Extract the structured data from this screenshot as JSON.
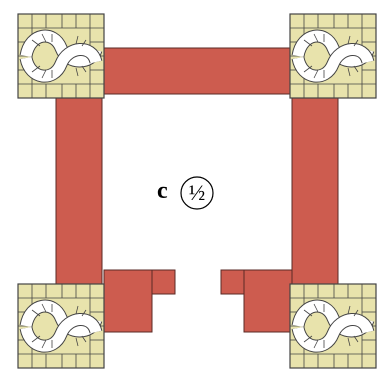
{
  "diagram": {
    "piece_label": "c",
    "scale_label": "½",
    "colors": {
      "wall": "#cd5c4f",
      "wall_stroke": "#5a2a25",
      "tile": "#e8e3ac",
      "tile_stroke": "#444444"
    },
    "corner_tiles": [
      "top-left",
      "top-right",
      "bottom-left",
      "bottom-right"
    ],
    "wall_segments": [
      "top-wall",
      "left-wall",
      "right-wall",
      "bottom-left-stub",
      "bottom-right-stub"
    ]
  }
}
